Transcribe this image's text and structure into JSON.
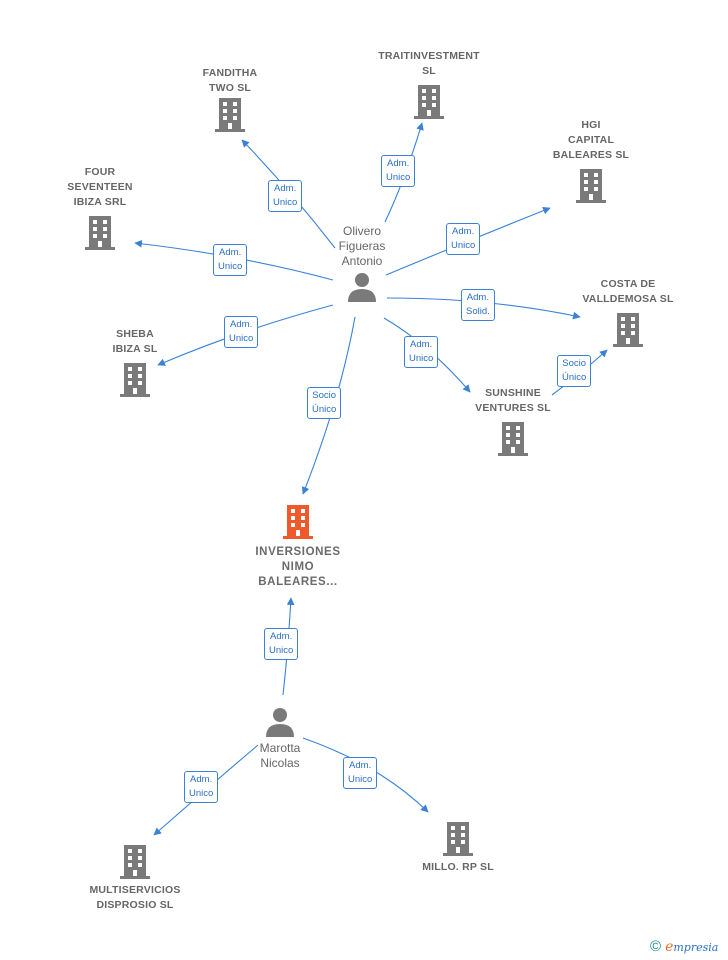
{
  "companies": {
    "fanditha": "FANDITHA\nTWO SL",
    "traitinvestment": "TRAITINVESTMENT\nSL",
    "hgi": "HGI\nCAPITAL\nBALEARES  SL",
    "four": "FOUR\nSEVENTEEN\nIBIZA SRL",
    "costa": "COSTA DE\nVALLDEMOSA SL",
    "sheba": "SHEBA\nIBIZA  SL",
    "sunshine": "SUNSHINE\nVENTURES  SL",
    "inversiones": "INVERSIONES\nNIMO\nBALEARES...",
    "multiservicios": "MULTISERVICIOS\nDISPROSIO  SL",
    "millo": "MILLO. RP  SL"
  },
  "people": {
    "olivero": "Olivero\nFigueras\nAntonio",
    "marotta": "Marotta\nNicolas"
  },
  "edges": {
    "e1": "Adm.\nUnico",
    "e2": "Adm.\nUnico",
    "e3": "Adm.\nUnico",
    "e4": "Adm.\nUnico",
    "e5": "Adm.\nSolid.",
    "e6": "Adm.\nUnico",
    "e7": "Adm.\nUnico",
    "e8": "Socio\nÚnico",
    "e9": "Socio\nÚnico",
    "e10": "Adm.\nUnico",
    "e11": "Adm.\nUnico",
    "e12": "Adm.\nUnico"
  },
  "colors": {
    "edge": "#3b82d6",
    "icon": "#7a7a7a",
    "highlight": "#f05a2a"
  },
  "brand": {
    "copyright": "©",
    "e": "e",
    "rest": "mpresia"
  }
}
